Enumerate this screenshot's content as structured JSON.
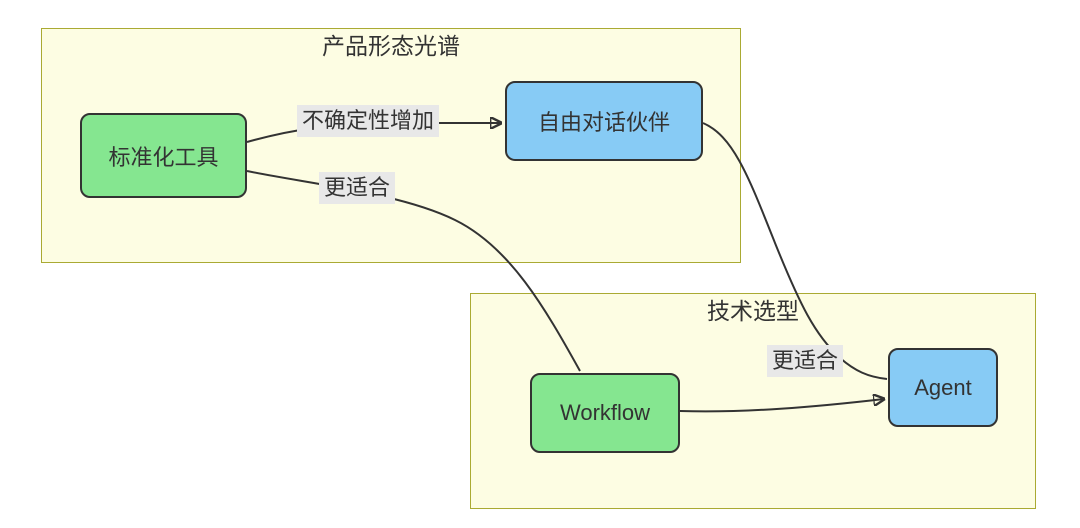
{
  "colors": {
    "canvas_bg": "#ffffff",
    "container_fill": "#fdfde3",
    "container_border": "#aaaa33",
    "green_fill": "#85e690",
    "blue_fill": "#87cbf5",
    "node_border": "#333333",
    "edge_color": "#333333",
    "label_bg": "#e8e8e8",
    "text_color": "#333333"
  },
  "containers": [
    {
      "title": "产品形态光谱"
    },
    {
      "title": "技术选型"
    }
  ],
  "nodes": {
    "standardized_tool": {
      "label": "标准化工具",
      "color": "green"
    },
    "free_dialogue_partner": {
      "label": "自由对话伙伴",
      "color": "blue"
    },
    "workflow": {
      "label": "Workflow",
      "color": "green"
    },
    "agent": {
      "label": "Agent",
      "color": "blue"
    }
  },
  "edges": {
    "uncertainty": {
      "from": "standardized_tool",
      "to": "free_dialogue_partner",
      "label": "不确定性增加"
    },
    "tool_to_workflow": {
      "from": "standardized_tool",
      "to": "workflow",
      "label": "更适合"
    },
    "partner_to_agent": {
      "from": "free_dialogue_partner",
      "to": "agent",
      "label": "更适合"
    },
    "workflow_to_agent": {
      "from": "workflow",
      "to": "agent",
      "label": ""
    }
  }
}
